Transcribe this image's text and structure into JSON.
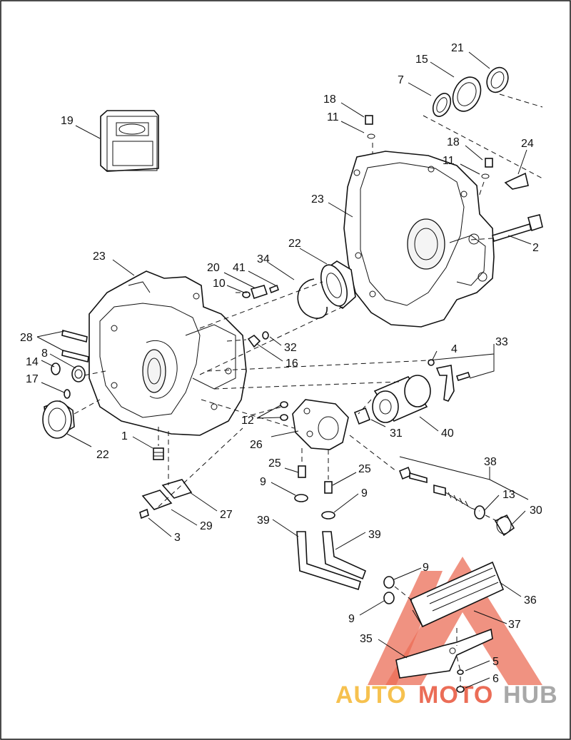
{
  "diagram": {
    "callouts": {
      "c1": "1",
      "c2": "2",
      "c3": "3",
      "c4": "4",
      "c5": "5",
      "c6": "6",
      "c7": "7",
      "c8": "8",
      "c9a": "9",
      "c9b": "9",
      "c9c": "9",
      "c9d": "9",
      "c10": "10",
      "c11a": "11",
      "c11b": "11",
      "c12": "12",
      "c13": "13",
      "c14": "14",
      "c15": "15",
      "c16": "16",
      "c17": "17",
      "c18a": "18",
      "c18b": "18",
      "c19": "19",
      "c20": "20",
      "c21": "21",
      "c22a": "22",
      "c22b": "22",
      "c23a": "23",
      "c23b": "23",
      "c24": "24",
      "c25a": "25",
      "c25b": "25",
      "c26": "26",
      "c27": "27",
      "c28": "28",
      "c29": "29",
      "c30": "30",
      "c31": "31",
      "c32": "32",
      "c33": "33",
      "c34": "34",
      "c35": "35",
      "c36": "36",
      "c37": "37",
      "c38": "38",
      "c39a": "39",
      "c39b": "39",
      "c40": "40",
      "c41": "41"
    }
  },
  "watermark": {
    "text_auto": "AUTO",
    "text_moto": "MOTO",
    "text_hub": "HUB",
    "colors": {
      "auto": "#f5b731",
      "moto": "#e8543a",
      "hub": "#9a9a9a",
      "triangle": "#e8543a"
    }
  }
}
